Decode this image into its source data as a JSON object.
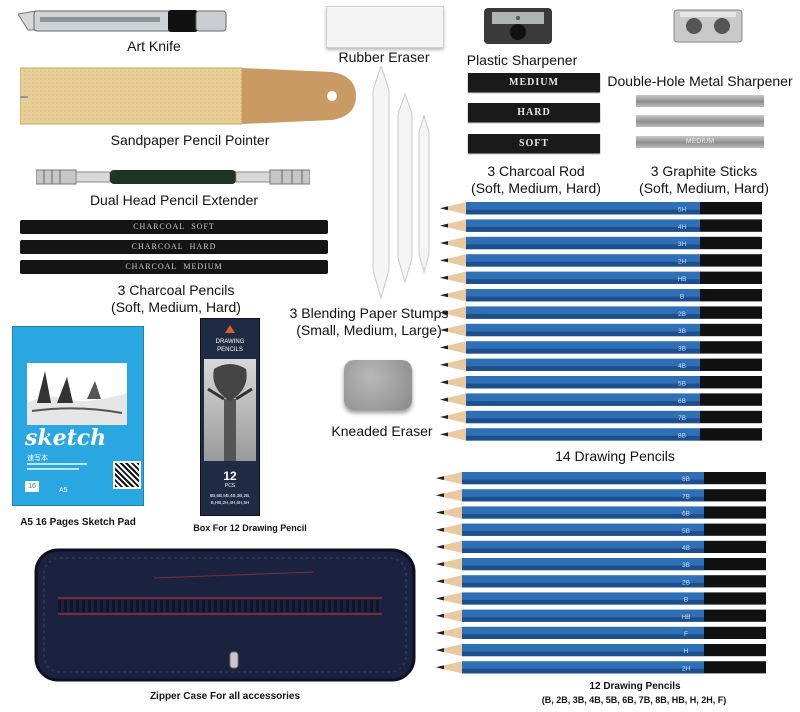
{
  "labels": {
    "art_knife": "Art Knife",
    "rubber_eraser": "Rubber Eraser",
    "plastic_sharpener": "Plastic Sharpener",
    "metal_sharpener": "Double-Hole Metal Sharpener",
    "sandpaper_pointer": "Sandpaper Pencil Pointer",
    "charcoal_rod_1": "3 Charcoal Rod",
    "charcoal_rod_2": "(Soft, Medium, Hard)",
    "graphite_sticks_1": "3 Graphite Sticks",
    "graphite_sticks_2": "(Soft, Medium, Hard)",
    "extender": "Dual Head Pencil Extender",
    "charcoal_pencils_1": "3 Charcoal Pencils",
    "charcoal_pencils_2": "(Soft, Medium, Hard)",
    "stumps_1": "3 Blending Paper Stumps",
    "stumps_2": "(Small, Medium, Large)",
    "kneaded_eraser": "Kneaded Eraser",
    "pencils_14": "14 Drawing Pencils",
    "sketch_pad": "A5 16 Pages Sketch Pad",
    "pencil_box": "Box For 12 Drawing Pencil",
    "zipper_case": "Zipper Case For all accessories",
    "pencils_12_1": "12 Drawing Pencils",
    "pencils_12_2": "(B, 2B, 3B, 4B, 5B, 6B, 7B, 8B, HB, H, 2H, F)"
  },
  "charcoal_rods": [
    "MEDIUM",
    "HARD",
    "SOFT"
  ],
  "charcoal_pencils": [
    {
      "brand": "CHARCOAL",
      "grade": "SOFT"
    },
    {
      "brand": "CHARCOAL",
      "grade": "HARD"
    },
    {
      "brand": "CHARCOAL",
      "grade": "MEDIUM"
    }
  ],
  "graphite_stick_marks": [
    "",
    "",
    "MEDIUM"
  ],
  "sketch_pad": {
    "title": "sketch",
    "subtitle": "速写本",
    "size_code": "16",
    "format": "A5"
  },
  "pencil_box": {
    "title_line1": "DRAWING",
    "title_line2": "PENCILS",
    "count": "12",
    "count_unit": "PCS",
    "grades_line1": "8B,6B,5B,4B,3B,2B,",
    "grades_line2": "B,HB,2H,4H,6H,5H"
  },
  "pencils_14_grades": [
    "5H",
    "4H",
    "3H",
    "2H",
    "HB",
    "B",
    "2B",
    "3B",
    "3B",
    "4B",
    "5B",
    "6B",
    "7B",
    "8B"
  ],
  "pencils_12_grades": [
    "8B",
    "7B",
    "6B",
    "5B",
    "4B",
    "3B",
    "2B",
    "B",
    "HB",
    "F",
    "H",
    "2H"
  ],
  "colors": {
    "pencil_blue": "#2f6fb6",
    "pencil_blue_dark": "#1d4f8c",
    "case_navy": "#1a2240",
    "case_stitch": "#b53a3a",
    "charcoal_black": "#1a1a1a",
    "sandpaper": "#e6c98f",
    "sketch_blue": "#2aa7e0"
  }
}
